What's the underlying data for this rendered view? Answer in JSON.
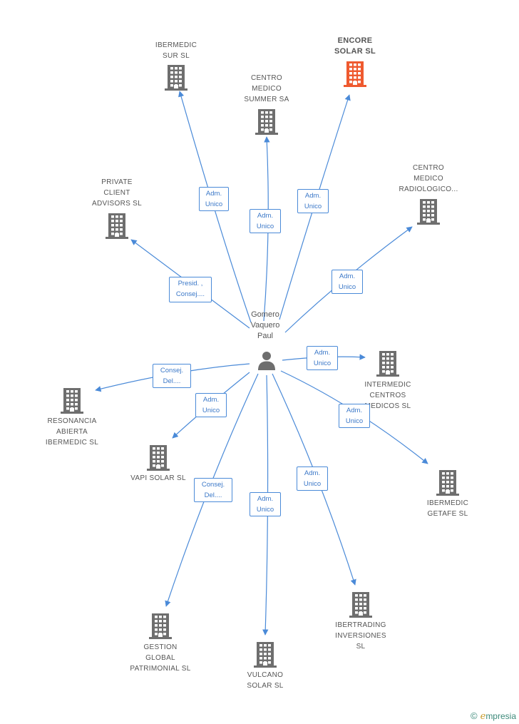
{
  "person": {
    "lines": [
      "Gomero",
      "Vaquero",
      "Paul"
    ]
  },
  "colors": {
    "building": "#6e6e6e",
    "highlight": "#ef5a2f",
    "edge": "#4a8ad8",
    "label": "#555555",
    "relText": "#3b78c8"
  },
  "icons": {
    "company": "building-icon",
    "person": "person-icon"
  },
  "companies": [
    {
      "id": "ibermedic-sur",
      "lines": [
        "IBERMEDIC",
        "SUR SL"
      ],
      "highlight": false
    },
    {
      "id": "encore-solar",
      "lines": [
        "ENCORE",
        "SOLAR SL"
      ],
      "highlight": true
    },
    {
      "id": "centro-medico-summer",
      "lines": [
        "CENTRO",
        "MEDICO",
        "SUMMER SA"
      ],
      "highlight": false
    },
    {
      "id": "centro-medico-radiologico",
      "lines": [
        "CENTRO",
        "MEDICO",
        "RADIOLOGICO..."
      ],
      "highlight": false
    },
    {
      "id": "private-client-advisors",
      "lines": [
        "PRIVATE",
        "CLIENT",
        "ADVISORS  SL"
      ],
      "highlight": false
    },
    {
      "id": "intermedic-centros",
      "lines": [
        "INTERMEDIC",
        "CENTROS",
        "MEDICOS  SL"
      ],
      "highlight": false
    },
    {
      "id": "resonancia-abierta",
      "lines": [
        "RESONANCIA",
        "ABIERTA",
        "IBERMEDIC SL"
      ],
      "highlight": false
    },
    {
      "id": "vapi-solar",
      "lines": [
        "VAPI SOLAR SL"
      ],
      "highlight": false
    },
    {
      "id": "ibermedic-getafe",
      "lines": [
        "IBERMEDIC",
        "GETAFE  SL"
      ],
      "highlight": false
    },
    {
      "id": "gestion-global",
      "lines": [
        "GESTION",
        "GLOBAL",
        "PATRIMONIAL SL"
      ],
      "highlight": false
    },
    {
      "id": "vulcano-solar",
      "lines": [
        "VULCANO",
        "SOLAR SL"
      ],
      "highlight": false
    },
    {
      "id": "ibertrading",
      "lines": [
        "IBERTRADING",
        "INVERSIONES",
        "SL"
      ],
      "highlight": false
    }
  ],
  "relations": [
    {
      "target": "ibermedic-sur",
      "lines": [
        "Adm.",
        "Unico"
      ]
    },
    {
      "target": "centro-medico-summer",
      "lines": [
        "Adm.",
        "Unico"
      ]
    },
    {
      "target": "encore-solar",
      "lines": [
        "Adm.",
        "Unico"
      ]
    },
    {
      "target": "private-client-advisors",
      "lines": [
        "Presid. ,",
        "Consej...."
      ]
    },
    {
      "target": "centro-medico-radiologico",
      "lines": [
        "Adm.",
        "Unico"
      ]
    },
    {
      "target": "intermedic-centros",
      "lines": [
        "Adm.",
        "Unico"
      ]
    },
    {
      "target": "resonancia-abierta",
      "lines": [
        "Consej.",
        "Del...."
      ]
    },
    {
      "target": "vapi-solar",
      "lines": [
        "Adm.",
        "Unico"
      ]
    },
    {
      "target": "ibermedic-getafe",
      "lines": [
        "Adm.",
        "Unico"
      ]
    },
    {
      "target": "gestion-global",
      "lines": [
        "Consej.",
        "Del...."
      ]
    },
    {
      "target": "vulcano-solar",
      "lines": [
        "Adm.",
        "Unico"
      ]
    },
    {
      "target": "ibertrading",
      "lines": [
        "Adm.",
        "Unico"
      ]
    }
  ],
  "footer": {
    "symbol": "©",
    "brand_initial": "e",
    "brand_rest": "mpresia"
  }
}
